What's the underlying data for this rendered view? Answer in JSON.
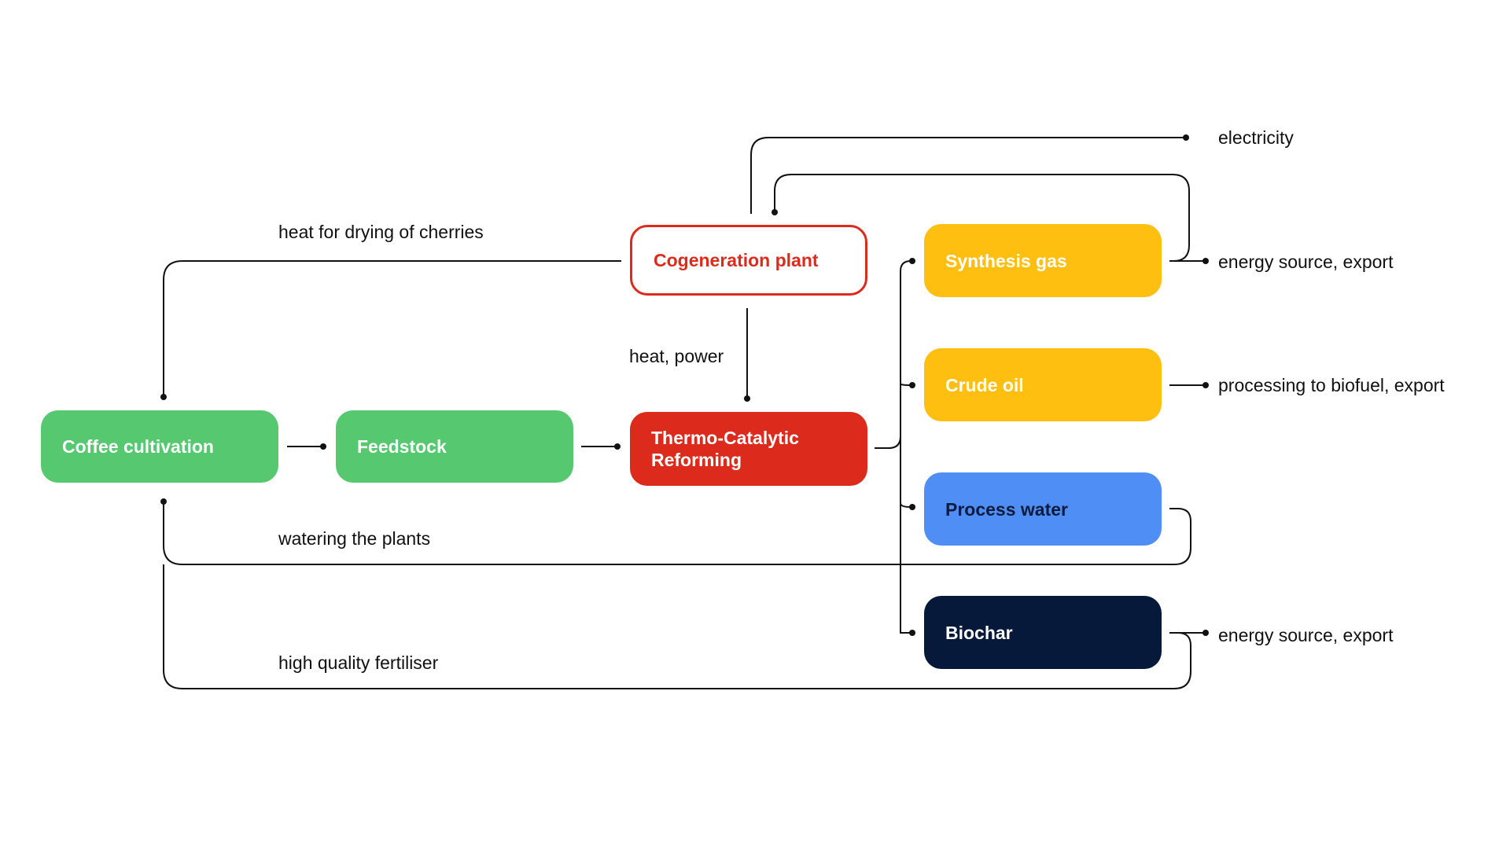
{
  "diagram": {
    "nodes": {
      "coffee_cultivation": "Coffee cultivation",
      "feedstock": "Feedstock",
      "tcr": "Thermo-Catalytic Reforming",
      "cogeneration": "Cogeneration plant",
      "synthesis_gas": "Synthesis gas",
      "crude_oil": "Crude oil",
      "process_water": "Process water",
      "biochar": "Biochar"
    },
    "labels": {
      "heat_drying": "heat for drying of cherries",
      "heat_power": "heat, power",
      "watering": "watering the plants",
      "fertiliser": "high quality fertiliser",
      "electricity": "electricity",
      "syngas_out": "energy source, export",
      "oil_out": "processing to biofuel, export",
      "biochar_out": "energy source, export"
    },
    "colors": {
      "green": "#56c870",
      "red": "#dc2b1c",
      "yellow": "#ffbf10",
      "blue": "#4f8ef5",
      "navy": "#06193a",
      "line": "#111111"
    }
  }
}
